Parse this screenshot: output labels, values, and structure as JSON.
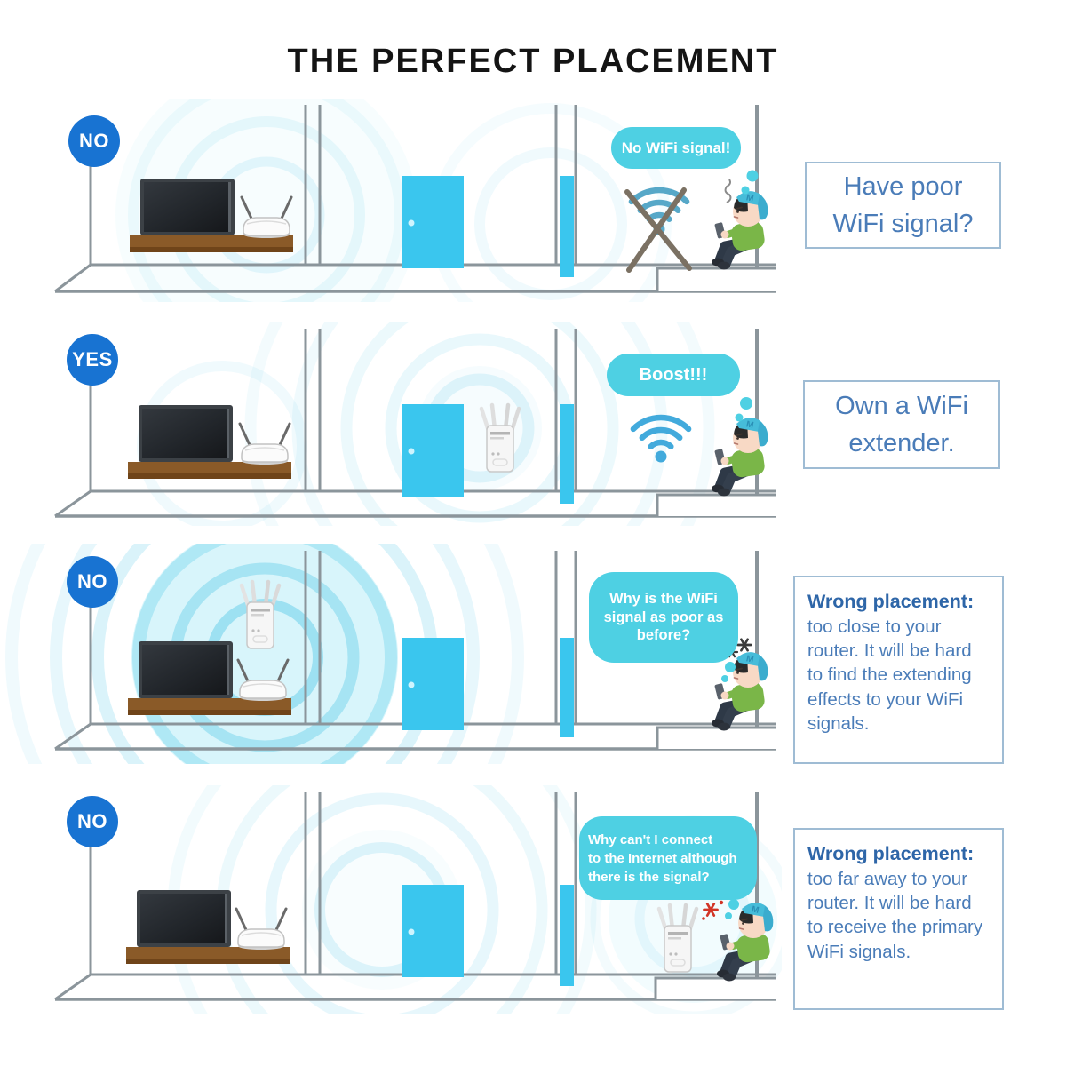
{
  "title": "THE PERFECT PLACEMENT",
  "boy": {
    "cap_letter": "M"
  },
  "colors": {
    "badge_blue": "#1873d2",
    "bubble_cyan": "#4ed0e3",
    "door_cyan": "#3ac6ee",
    "wifi_blue": "#42aadc",
    "info_text_blue": "#4a7cb8",
    "info_title_blue": "#2e66a8",
    "shelf_brown": "#8a5a28",
    "wall_gray": "#8b959b"
  },
  "rows": [
    {
      "badge": "NO",
      "bubble": "No WiFi signal!",
      "box_text": "Have poor\nWiFi signal?"
    },
    {
      "badge": "YES",
      "bubble": "Boost!!!",
      "box_text": "Own a WiFi\nextender."
    },
    {
      "badge": "NO",
      "bubble": "Why is the WiFi\nsignal as poor as\nbefore?",
      "box_title": "Wrong placement:",
      "box_body": "too close to your\nrouter. It will be hard\nto find the extending\neffects to your WiFi\nsignals."
    },
    {
      "badge": "NO",
      "bubble": "Why can't I connect\nto the Internet although\nthere is the signal?",
      "box_title": "Wrong placement:",
      "box_body": "too far away to your\nrouter. It will be hard\nto receive the primary\nWiFi signals."
    }
  ]
}
